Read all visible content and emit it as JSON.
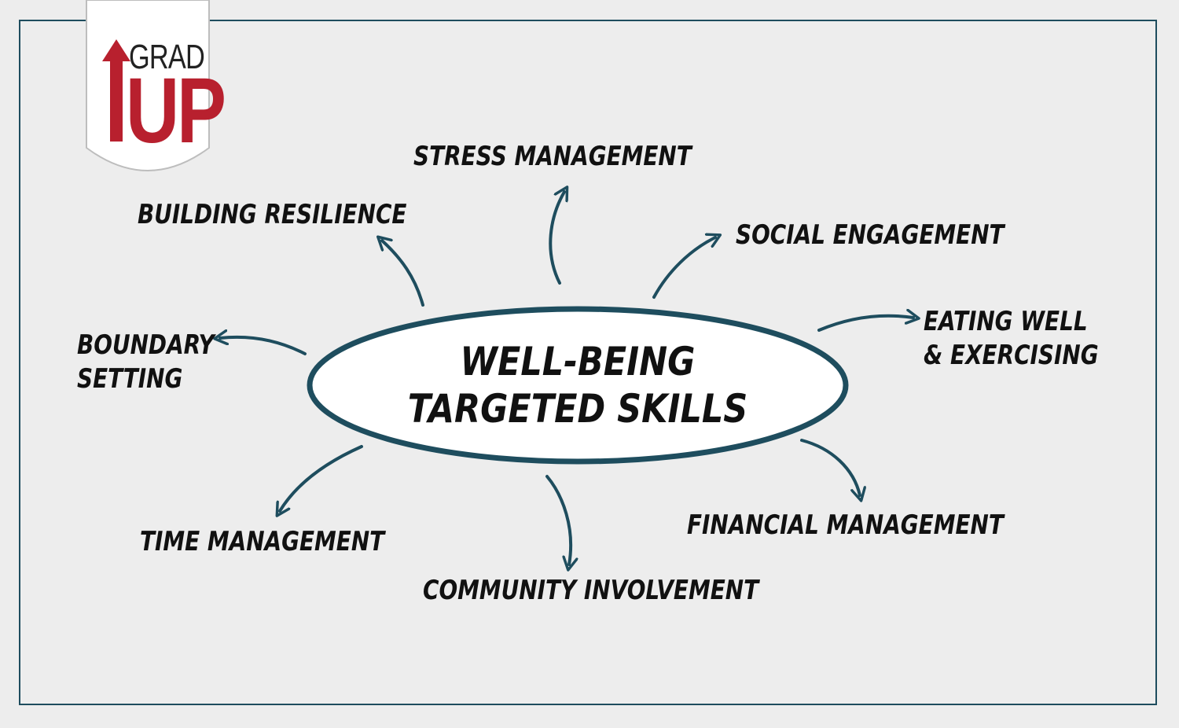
{
  "logo": {
    "top_text": "GRAD",
    "main_text": "UP"
  },
  "center": {
    "line1": "WELL-BEING",
    "line2": "TARGETED SKILLS"
  },
  "skills": {
    "stress": "STRESS MANAGEMENT",
    "resilience": "BUILDING RESILIENCE",
    "social": "SOCIAL ENGAGEMENT",
    "eating_line1": "EATING WELL",
    "eating_line2": "& EXERCISING",
    "boundary_line1": "BOUNDARY",
    "boundary_line2": "SETTING",
    "time": "TIME MANAGEMENT",
    "community": "COMMUNITY INVOLVEMENT",
    "financial": "FINANCIAL MANAGEMENT"
  },
  "colors": {
    "background": "#ededed",
    "accent": "#1e4d5e",
    "logo_red": "#b8202e",
    "text": "#111111"
  }
}
